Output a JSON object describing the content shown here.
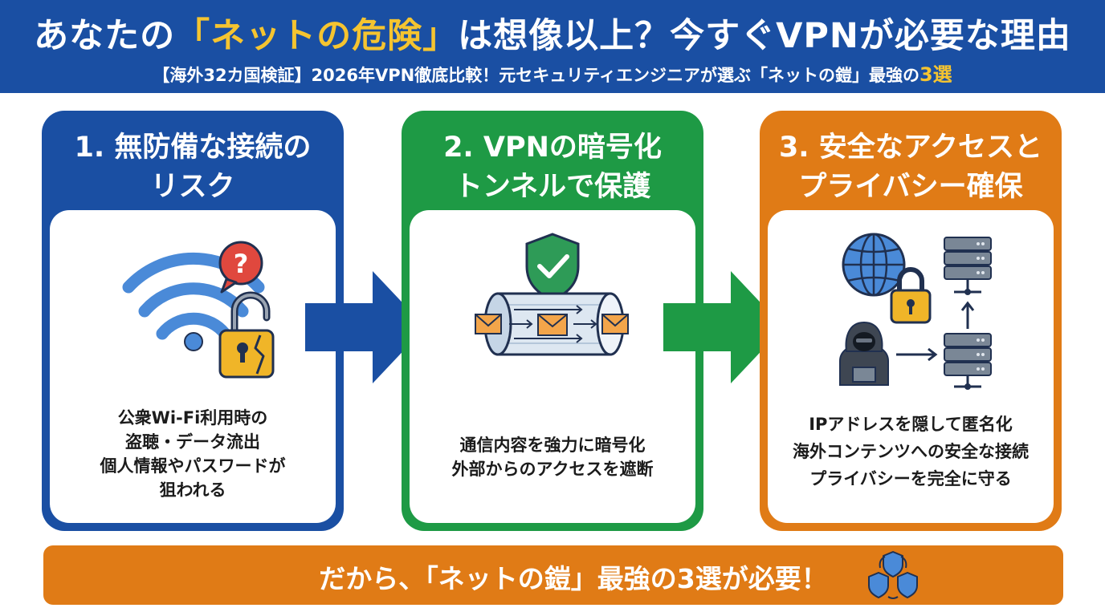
{
  "header": {
    "title_pre": "あなたの",
    "title_highlight": "「ネットの危険」",
    "title_post": "は想像以上？今すぐVPNが必要な理由",
    "subtitle_main": "【海外32カ国検証】2026年VPN徹底比較！元セキュリティエンジニアが選ぶ「ネットの鎧」最強の",
    "subtitle_highlight": "3選"
  },
  "cards": [
    {
      "heading": [
        "1. 無防備な接続の",
        "リスク"
      ],
      "lines": [
        "公衆Wi-Fi利用時の",
        "盗聴・データ流出",
        "個人情報やパスワードが",
        "狙われる"
      ],
      "icons": [
        "wifi-icon",
        "question-bubble-icon",
        "broken-padlock-icon"
      ]
    },
    {
      "heading": [
        "2. VPNの暗号化",
        "トンネルで保護"
      ],
      "lines": [
        "通信内容を強力に暗号化",
        "外部からのアクセスを遮断"
      ],
      "icons": [
        "shield-check-icon",
        "tunnel-icon",
        "envelope-icon"
      ]
    },
    {
      "heading": [
        "3. 安全なアクセスと",
        "プライバシー確保"
      ],
      "lines": [
        "IPアドレスを隠して匿名化",
        "海外コンテンツへの安全な接続",
        "プライバシーを完全に守る"
      ],
      "icons": [
        "globe-icon",
        "padlock-icon",
        "server-icon",
        "hacker-icon"
      ]
    }
  ],
  "banner": {
    "text": "だから、「ネットの鎧」最強の3選が必要！",
    "icon": "shield-cycle-icon"
  },
  "colors": {
    "blue": "#1a4fa3",
    "green": "#1e9a45",
    "orange": "#e07b16",
    "yellow": "#f5c430"
  }
}
